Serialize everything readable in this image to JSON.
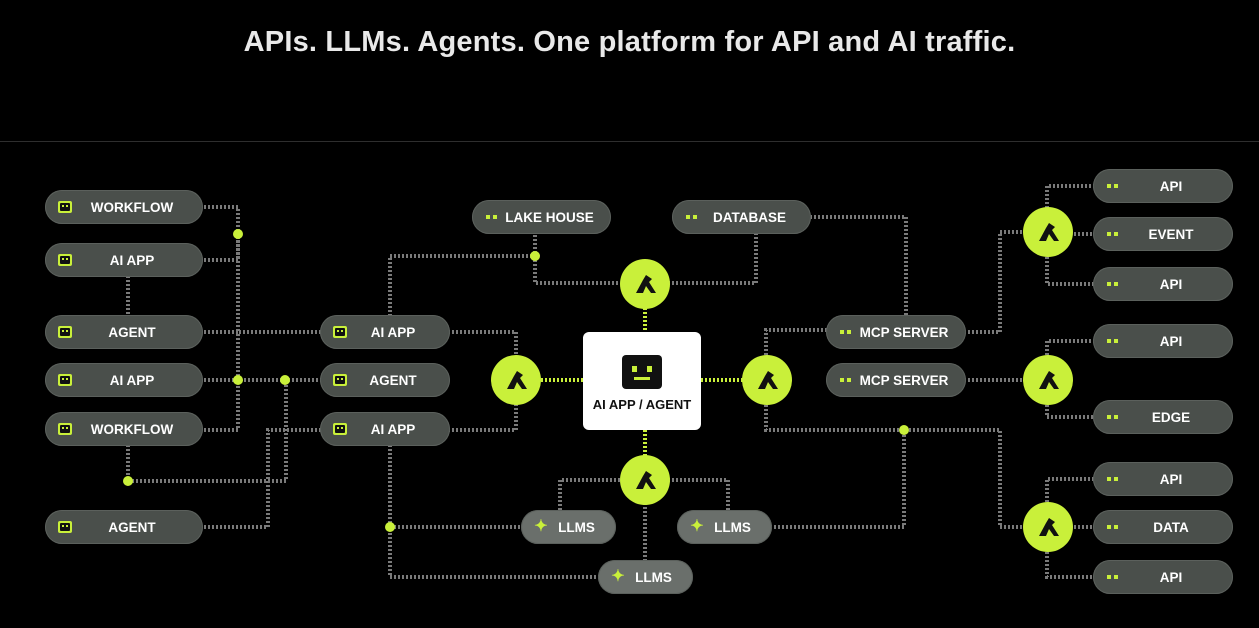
{
  "title": "APIs. LLMs. Agents. One platform for API and AI traffic.",
  "colors": {
    "accent": "#c9f03a",
    "pill": "#4a4f4b",
    "background": "#000000"
  },
  "center": {
    "label": "AI APP / AGENT",
    "icon": "robot-icon"
  },
  "left_nodes": [
    {
      "label": "WORKFLOW",
      "icon": "robot-icon"
    },
    {
      "label": "AI APP",
      "icon": "robot-icon"
    },
    {
      "label": "AGENT",
      "icon": "robot-icon"
    },
    {
      "label": "AI APP",
      "icon": "robot-icon"
    },
    {
      "label": "WORKFLOW",
      "icon": "robot-icon"
    },
    {
      "label": "AGENT",
      "icon": "robot-icon"
    }
  ],
  "mid_left_nodes": [
    {
      "label": "AI APP",
      "icon": "robot-icon"
    },
    {
      "label": "AGENT",
      "icon": "robot-icon"
    },
    {
      "label": "AI APP",
      "icon": "robot-icon"
    }
  ],
  "top_nodes": [
    {
      "label": "LAKE HOUSE",
      "icon": "dots-icon"
    },
    {
      "label": "DATABASE",
      "icon": "dots-icon"
    }
  ],
  "llm_nodes": [
    {
      "label": "LLMS",
      "icon": "sparkle-icon"
    },
    {
      "label": "LLMS",
      "icon": "sparkle-icon"
    },
    {
      "label": "LLMS",
      "icon": "sparkle-icon"
    }
  ],
  "mcp_nodes": [
    {
      "label": "MCP SERVER",
      "icon": "dots-icon"
    },
    {
      "label": "MCP SERVER",
      "icon": "dots-icon"
    }
  ],
  "right_nodes": [
    {
      "label": "API",
      "icon": "dots-icon"
    },
    {
      "label": "EVENT",
      "icon": "dots-icon"
    },
    {
      "label": "API",
      "icon": "dots-icon"
    },
    {
      "label": "API",
      "icon": "dots-icon"
    },
    {
      "label": "EDGE",
      "icon": "dots-icon"
    },
    {
      "label": "API",
      "icon": "dots-icon"
    },
    {
      "label": "DATA",
      "icon": "dots-icon"
    },
    {
      "label": "API",
      "icon": "dots-icon"
    }
  ],
  "hubs": [
    {
      "icon": "gorilla-logo-icon"
    },
    {
      "icon": "gorilla-logo-icon"
    },
    {
      "icon": "gorilla-logo-icon"
    },
    {
      "icon": "gorilla-logo-icon"
    },
    {
      "icon": "gorilla-logo-icon"
    },
    {
      "icon": "gorilla-logo-icon"
    },
    {
      "icon": "gorilla-logo-icon"
    }
  ]
}
